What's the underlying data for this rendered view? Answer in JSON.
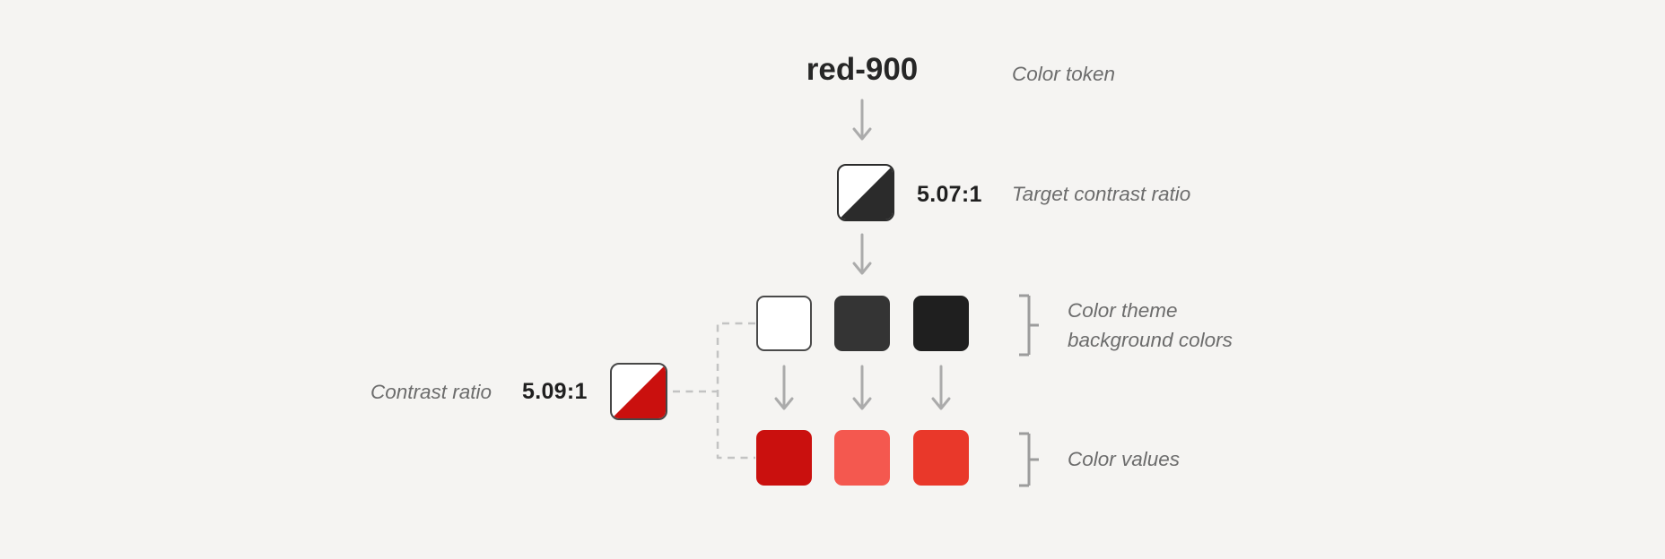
{
  "canvas": {
    "background": "#f5f4f2"
  },
  "ui": {
    "heading_text": "#262626",
    "ratio_text": "#1f1f1f",
    "caption_text": "#6c6c6c",
    "arrow": "#ababab",
    "bracket": "#9c9c9c",
    "dashed": "#c3c3c3"
  },
  "token": {
    "name": "red-900",
    "caption": "Color token"
  },
  "target_contrast": {
    "ratio": "5.07:1",
    "caption": "Target contrast ratio",
    "swatch": {
      "top_color": "#ffffff",
      "bottom_color": "#2b2b2b",
      "border": "#2b2b2b"
    }
  },
  "theme_backgrounds": {
    "caption_line1": "Color theme",
    "caption_line2": "background colors",
    "swatches": [
      {
        "name": "lightest-background",
        "color": "#ffffff",
        "border": "#4a4a4a"
      },
      {
        "name": "dark-background",
        "color": "#343434",
        "border": "#343434"
      },
      {
        "name": "darkest-background",
        "color": "#1f1f1f",
        "border": "#1f1f1f"
      }
    ]
  },
  "color_values": {
    "caption": "Color values",
    "swatches": [
      {
        "name": "red-900-on-lightest",
        "color": "#ca100e"
      },
      {
        "name": "red-900-on-dark",
        "color": "#f4584f"
      },
      {
        "name": "red-900-on-darkest",
        "color": "#e9382a"
      }
    ]
  },
  "contrast_example": {
    "caption": "Contrast ratio",
    "ratio": "5.09:1",
    "swatch": {
      "top_color": "#ffffff",
      "bottom_color": "#ca100e",
      "border": "#474747"
    }
  }
}
